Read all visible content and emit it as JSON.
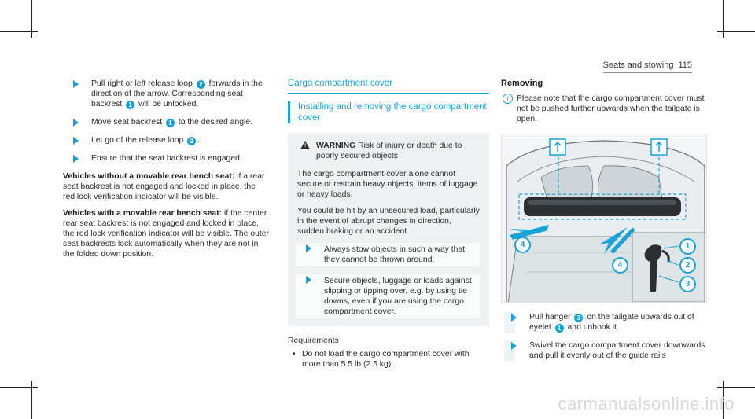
{
  "header": {
    "section": "Seats and stowing",
    "page": "115"
  },
  "col1": {
    "step1": {
      "a": "Pull right or left release loop",
      "n1": "2",
      "b": "forwards in the direction of the arrow. Corresponding seat backrest",
      "n2": "1",
      "c": "will be unlocked."
    },
    "step2": {
      "a": "Move seat backrest",
      "n1": "1",
      "b": "to the desired angle."
    },
    "step3": {
      "a": "Let go of the release loop",
      "n1": "2",
      "b": "."
    },
    "step4": {
      "text": "Ensure that the seat backrest is engaged."
    },
    "para1": {
      "bold": "Vehicles without a movable rear bench seat:",
      "text": "if a rear seat backrest is not engaged and locked in place, the red lock verification indicator will be visible."
    },
    "para2": {
      "bold": "Vehicles with a movable rear bench seat:",
      "text": "if the center rear seat backrest is not engaged and locked in place, the red lock verification indicator will be visible. The outer seat backrests lock automatically when they are not in the folded down position."
    }
  },
  "col2": {
    "section_title": "Cargo compartment cover",
    "sub_title": "Installing and removing the cargo compartment cover",
    "warning": {
      "label": "WARNING",
      "head_text": "Risk of injury or death due to poorly secured objects",
      "p1": "The cargo compartment cover alone cannot secure or restrain heavy objects, items of luggage or heavy loads.",
      "p2": "You could be hit by an unsecured load, particularly in the event of abrupt changes in direction, sudden braking or an accident.",
      "step1": "Always stow objects in such a way that they cannot be thrown around.",
      "step2": "Secure objects, luggage or loads against slipping or tipping over, e.g. by using tie downs, even if you are using the cargo compartment cover."
    },
    "requirements_label": "Requirements",
    "bullet1": "Do not load the cargo compartment cover with more than 5.5 lb (2.5 kg)."
  },
  "col3": {
    "title": "Removing",
    "note": "Please note that the cargo compartment cover must not be pushed further upwards when the tailgate is open.",
    "figure": {
      "c1": "1",
      "c2": "2",
      "c3": "3",
      "c4a": "4",
      "c4b": "4"
    },
    "step1": {
      "a": "Pull hanger",
      "n1": "3",
      "b": "on the tailgate upwards out of eyelet",
      "n2": "1",
      "c": "and unhook it."
    },
    "step2": {
      "text": "Swivel the cargo compartment cover downwards and pull it evenly out of the guide rails"
    }
  },
  "watermark": "carmanualsonline.info"
}
